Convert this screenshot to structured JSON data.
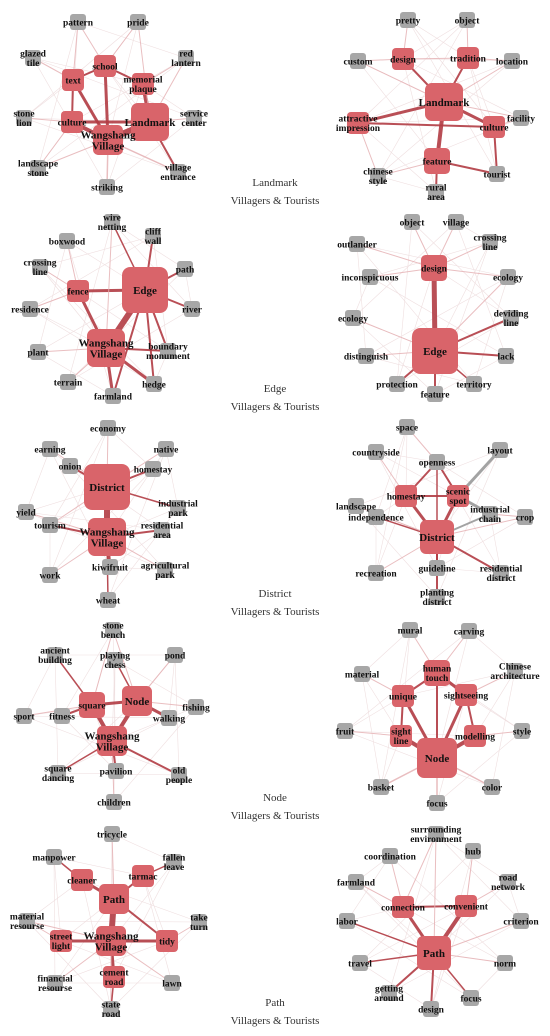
{
  "colors": {
    "key": "#d9646a",
    "other": "#a7a7a7",
    "edge_strong": "#b23c44",
    "edge_weak": "#e6b3b6",
    "edge_gray": "#9a9a9a"
  },
  "captions": [
    {
      "title": "Landmark",
      "sub": "Villagers & Tourists"
    },
    {
      "title": "Edge",
      "sub": "Villagers & Tourists"
    },
    {
      "title": "District",
      "sub": "Villagers & Tourists"
    },
    {
      "title": "Node",
      "sub": "Villagers & Tourists"
    },
    {
      "title": "Path",
      "sub": "Villagers & Tourists"
    }
  ],
  "networks": [
    {
      "nodes": [
        {
          "label": "pattern",
          "type": "other"
        },
        {
          "label": "pride",
          "type": "other"
        },
        {
          "label": "glazed\ntile",
          "type": "other"
        },
        {
          "label": "school",
          "type": "key"
        },
        {
          "label": "red\nlantern",
          "type": "other"
        },
        {
          "label": "text",
          "type": "key"
        },
        {
          "label": "memorial\nplaque",
          "type": "key"
        },
        {
          "label": "stone\nlion",
          "type": "other"
        },
        {
          "label": "culture",
          "type": "key"
        },
        {
          "label": "Landmark",
          "type": "key"
        },
        {
          "label": "service\ncenter",
          "type": "other"
        },
        {
          "label": "Wangshang\nVillage",
          "type": "key"
        },
        {
          "label": "landscape\nstone",
          "type": "other"
        },
        {
          "label": "village\nentrance",
          "type": "other"
        },
        {
          "label": "striking",
          "type": "other"
        }
      ]
    },
    {
      "nodes": [
        {
          "label": "pretty",
          "type": "other"
        },
        {
          "label": "object",
          "type": "other"
        },
        {
          "label": "custom",
          "type": "other"
        },
        {
          "label": "design",
          "type": "key"
        },
        {
          "label": "tradition",
          "type": "key"
        },
        {
          "label": "location",
          "type": "other"
        },
        {
          "label": "Landmark",
          "type": "key"
        },
        {
          "label": "attractive\nimpression",
          "type": "key"
        },
        {
          "label": "culture",
          "type": "key"
        },
        {
          "label": "facility",
          "type": "other"
        },
        {
          "label": "feature",
          "type": "key"
        },
        {
          "label": "chinese\nstyle",
          "type": "other"
        },
        {
          "label": "tourist",
          "type": "other"
        },
        {
          "label": "rural\narea",
          "type": "other"
        }
      ]
    },
    {
      "nodes": [
        {
          "label": "wire\nnetting",
          "type": "other"
        },
        {
          "label": "cliff\nwall",
          "type": "other"
        },
        {
          "label": "boxwood",
          "type": "other"
        },
        {
          "label": "crossing\nline",
          "type": "other"
        },
        {
          "label": "path",
          "type": "other"
        },
        {
          "label": "fence",
          "type": "key"
        },
        {
          "label": "Edge",
          "type": "key"
        },
        {
          "label": "residence",
          "type": "other"
        },
        {
          "label": "river",
          "type": "other"
        },
        {
          "label": "Wangshang\nVillage",
          "type": "key"
        },
        {
          "label": "plant",
          "type": "other"
        },
        {
          "label": "boundary\nmonument",
          "type": "other"
        },
        {
          "label": "terrain",
          "type": "other"
        },
        {
          "label": "hedge",
          "type": "other"
        },
        {
          "label": "farmland",
          "type": "other"
        }
      ]
    },
    {
      "nodes": [
        {
          "label": "object",
          "type": "other"
        },
        {
          "label": "village",
          "type": "other"
        },
        {
          "label": "outlander",
          "type": "other"
        },
        {
          "label": "crossing\nline",
          "type": "other"
        },
        {
          "label": "design",
          "type": "key"
        },
        {
          "label": "inconspicuous",
          "type": "other"
        },
        {
          "label": "ecology",
          "type": "other"
        },
        {
          "label": "ecology",
          "type": "other"
        },
        {
          "label": "deviding\nline",
          "type": "other"
        },
        {
          "label": "Edge",
          "type": "key"
        },
        {
          "label": "distinguish",
          "type": "other"
        },
        {
          "label": "lack",
          "type": "other"
        },
        {
          "label": "protection",
          "type": "other"
        },
        {
          "label": "feature",
          "type": "other"
        },
        {
          "label": "territory",
          "type": "other"
        }
      ]
    },
    {
      "nodes": [
        {
          "label": "economy",
          "type": "other"
        },
        {
          "label": "earning",
          "type": "other"
        },
        {
          "label": "native",
          "type": "other"
        },
        {
          "label": "onion",
          "type": "other"
        },
        {
          "label": "homestay",
          "type": "other"
        },
        {
          "label": "District",
          "type": "key"
        },
        {
          "label": "industrial\npark",
          "type": "other"
        },
        {
          "label": "yield",
          "type": "other"
        },
        {
          "label": "tourism",
          "type": "other"
        },
        {
          "label": "residential\narea",
          "type": "other"
        },
        {
          "label": "Wangshang\nVillage",
          "type": "key"
        },
        {
          "label": "kiwifruit",
          "type": "other"
        },
        {
          "label": "work",
          "type": "other"
        },
        {
          "label": "agricultural\npark",
          "type": "other"
        },
        {
          "label": "wheat",
          "type": "other"
        }
      ]
    },
    {
      "nodes": [
        {
          "label": "space",
          "type": "other"
        },
        {
          "label": "countryside",
          "type": "other"
        },
        {
          "label": "layout",
          "type": "other"
        },
        {
          "label": "openness",
          "type": "other"
        },
        {
          "label": "homestay",
          "type": "key"
        },
        {
          "label": "scenic\nspot",
          "type": "key"
        },
        {
          "label": "landscape",
          "type": "other"
        },
        {
          "label": "industrial\nchain",
          "type": "other"
        },
        {
          "label": "independence",
          "type": "other"
        },
        {
          "label": "crop",
          "type": "other"
        },
        {
          "label": "District",
          "type": "key"
        },
        {
          "label": "guideline",
          "type": "other"
        },
        {
          "label": "recreation",
          "type": "other"
        },
        {
          "label": "residential\ndistrict",
          "type": "other"
        },
        {
          "label": "planting\ndistrict",
          "type": "other"
        }
      ]
    },
    {
      "nodes": [
        {
          "label": "stone\nbench",
          "type": "other"
        },
        {
          "label": "ancient\nbuilding",
          "type": "other"
        },
        {
          "label": "playing\nchess",
          "type": "other"
        },
        {
          "label": "pond",
          "type": "other"
        },
        {
          "label": "square",
          "type": "key"
        },
        {
          "label": "Node",
          "type": "key"
        },
        {
          "label": "fishing",
          "type": "other"
        },
        {
          "label": "sport",
          "type": "other"
        },
        {
          "label": "fitness",
          "type": "other"
        },
        {
          "label": "walking",
          "type": "other"
        },
        {
          "label": "Wangshang\nVillage",
          "type": "key"
        },
        {
          "label": "square\ndancing",
          "type": "other"
        },
        {
          "label": "pavilion",
          "type": "other"
        },
        {
          "label": "old\npeople",
          "type": "other"
        },
        {
          "label": "children",
          "type": "other"
        }
      ]
    },
    {
      "nodes": [
        {
          "label": "mural",
          "type": "other"
        },
        {
          "label": "carving",
          "type": "other"
        },
        {
          "label": "human\ntouch",
          "type": "key"
        },
        {
          "label": "Chinese\narchitecture",
          "type": "other"
        },
        {
          "label": "material",
          "type": "other"
        },
        {
          "label": "unique",
          "type": "key"
        },
        {
          "label": "sightseeing",
          "type": "key"
        },
        {
          "label": "fruit",
          "type": "other"
        },
        {
          "label": "sight\nline",
          "type": "key"
        },
        {
          "label": "modelling",
          "type": "key"
        },
        {
          "label": "style",
          "type": "other"
        },
        {
          "label": "Node",
          "type": "key"
        },
        {
          "label": "basket",
          "type": "other"
        },
        {
          "label": "color",
          "type": "other"
        },
        {
          "label": "focus",
          "type": "other"
        }
      ]
    },
    {
      "nodes": [
        {
          "label": "tricycle",
          "type": "other"
        },
        {
          "label": "manpower",
          "type": "other"
        },
        {
          "label": "cleaner",
          "type": "key"
        },
        {
          "label": "tarmac",
          "type": "key"
        },
        {
          "label": "fallen\nleave",
          "type": "other"
        },
        {
          "label": "Path",
          "type": "key"
        },
        {
          "label": "material\nresourse",
          "type": "other"
        },
        {
          "label": "street\nlight",
          "type": "key"
        },
        {
          "label": "Wangshang\nVillage",
          "type": "key"
        },
        {
          "label": "tidy",
          "type": "key"
        },
        {
          "label": "take\nturn",
          "type": "other"
        },
        {
          "label": "financial\nresourse",
          "type": "other"
        },
        {
          "label": "cement\nroad",
          "type": "key"
        },
        {
          "label": "lawn",
          "type": "other"
        },
        {
          "label": "state\nroad",
          "type": "other"
        }
      ]
    },
    {
      "nodes": [
        {
          "label": "surrounding\nenvironment",
          "type": "other"
        },
        {
          "label": "coordination",
          "type": "other"
        },
        {
          "label": "hub",
          "type": "other"
        },
        {
          "label": "farmland",
          "type": "other"
        },
        {
          "label": "road\nnetwork",
          "type": "other"
        },
        {
          "label": "connection",
          "type": "key"
        },
        {
          "label": "convenient",
          "type": "key"
        },
        {
          "label": "labor",
          "type": "other"
        },
        {
          "label": "criterion",
          "type": "other"
        },
        {
          "label": "Path",
          "type": "key"
        },
        {
          "label": "travel",
          "type": "other"
        },
        {
          "label": "norm",
          "type": "other"
        },
        {
          "label": "getting\naround",
          "type": "other"
        },
        {
          "label": "focus",
          "type": "other"
        },
        {
          "label": "design",
          "type": "other"
        }
      ]
    }
  ]
}
